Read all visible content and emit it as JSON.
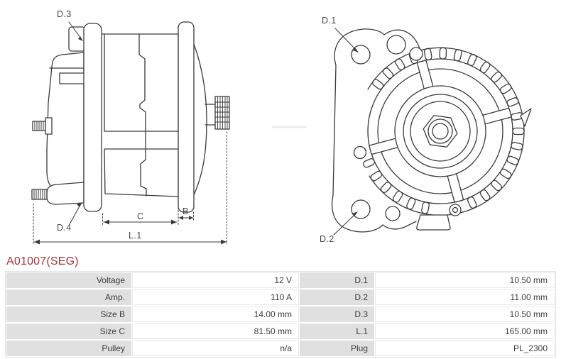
{
  "header": {
    "part_number": "A01007(SEG)"
  },
  "diagrams": {
    "side_view": {
      "labels": {
        "d3": "D.3",
        "d4": "D.4",
        "c": "C",
        "b": "B",
        "l1": "L.1"
      }
    },
    "front_view": {
      "labels": {
        "d1": "D.1",
        "d2": "D.2"
      }
    }
  },
  "spec_table": {
    "rows": [
      {
        "label_left": "Voltage",
        "value_left": "12 V",
        "label_right": "D.1",
        "value_right": "10.50 mm"
      },
      {
        "label_left": "Amp.",
        "value_left": "110 A",
        "label_right": "D.2",
        "value_right": "11.00 mm"
      },
      {
        "label_left": "Size B",
        "value_left": "14.00 mm",
        "label_right": "D.3",
        "value_right": "10.50 mm"
      },
      {
        "label_left": "Size C",
        "value_left": "81.50 mm",
        "label_right": "L.1",
        "value_right": "165.00 mm"
      },
      {
        "label_left": "Pulley",
        "value_left": "n/a",
        "label_right": "Plug",
        "value_right": "PL_2300"
      }
    ]
  },
  "colors": {
    "accent": "#a2343a",
    "table_label_bg": "#e0e0e0",
    "drawing_line": "#3a3a3a"
  }
}
